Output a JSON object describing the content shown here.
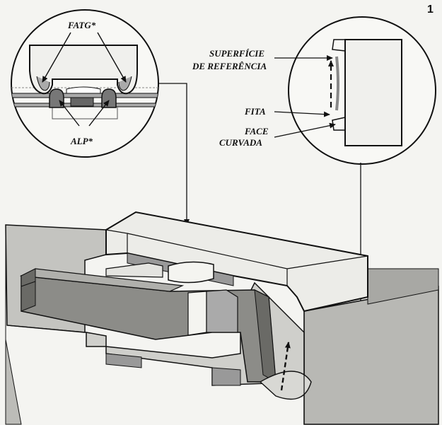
{
  "figure_number": "1",
  "labels": {
    "fatg": "FATG*",
    "alp": "ALP*",
    "superficie_line1": "SUPERFÍCIE",
    "superficie_line2": "DE REFERÊNCIA",
    "fita": "FITA",
    "face_line1": "FACE",
    "face_line2": "CURVADA"
  },
  "colors": {
    "ink": "#111111",
    "paper": "#f4f4f1",
    "shade_light": "#d4d4d0",
    "shade_mid": "#b0b0ac",
    "shade_dark": "#8c8c88"
  }
}
